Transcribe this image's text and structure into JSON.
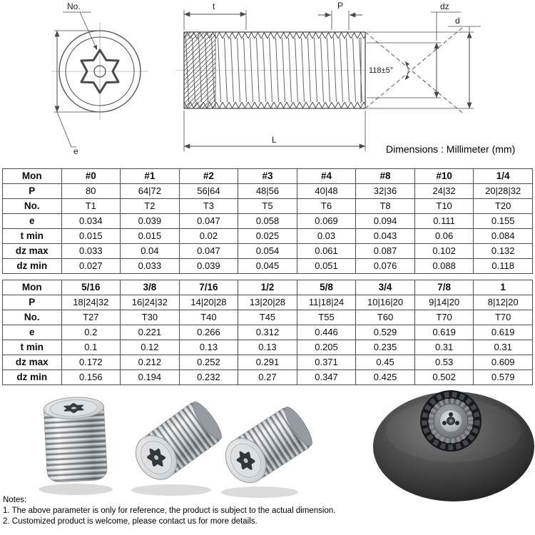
{
  "diagram": {
    "labels": {
      "no_label": "No.",
      "t": "t",
      "p": "P",
      "dz": "dz",
      "d": "d",
      "e": "e",
      "l": "L",
      "angle": "118±5°",
      "dimensions_note": "Dimensions : Millimeter (mm)"
    }
  },
  "table1": {
    "header": [
      "Mon",
      "#0",
      "#1",
      "#2",
      "#3",
      "#4",
      "#8",
      "#10",
      "1/4"
    ],
    "rows": [
      [
        "P",
        "80",
        "64|72",
        "56|64",
        "48|56",
        "40|48",
        "32|36",
        "24|32",
        "20|28|32"
      ],
      [
        "No.",
        "T1",
        "T2",
        "T3",
        "T5",
        "T6",
        "T8",
        "T10",
        "T20"
      ],
      [
        "e",
        "0.034",
        "0.039",
        "0.047",
        "0.058",
        "0.069",
        "0.094",
        "0.111",
        "0.155"
      ],
      [
        "t min",
        "0.015",
        "0.015",
        "0.02",
        "0.025",
        "0.03",
        "0.043",
        "0.06",
        "0.084"
      ],
      [
        "dz max",
        "0.033",
        "0.04",
        "0.047",
        "0.054",
        "0.061",
        "0.087",
        "0.102",
        "0.132"
      ],
      [
        "dz min",
        "0.027",
        "0.033",
        "0.039",
        "0.045",
        "0.051",
        "0.076",
        "0.088",
        "0.118"
      ]
    ]
  },
  "table2": {
    "header": [
      "Mon",
      "5/16",
      "3/8",
      "7/16",
      "1/2",
      "5/8",
      "3/4",
      "7/8",
      "1"
    ],
    "rows": [
      [
        "P",
        "18|24|32",
        "16|24|32",
        "14|20|28",
        "13|20|28",
        "11|18|24",
        "10|16|20",
        "9|14|20",
        "8|12|20"
      ],
      [
        "No.",
        "T27",
        "T30",
        "T40",
        "T45",
        "T55",
        "T60",
        "T70",
        "T70"
      ],
      [
        "e",
        "0.2",
        "0.221",
        "0.266",
        "0.312",
        "0.446",
        "0.529",
        "0.619",
        "0.619"
      ],
      [
        "t min",
        "0.1",
        "0.12",
        "0.13",
        "0.13",
        "0.205",
        "0.235",
        "0.31",
        "0.31"
      ],
      [
        "dz max",
        "0.172",
        "0.212",
        "0.252",
        "0.291",
        "0.371",
        "0.45",
        "0.53",
        "0.609"
      ],
      [
        "dz min",
        "0.156",
        "0.194",
        "0.232",
        "0.27",
        "0.347",
        "0.425",
        "0.502",
        "0.579"
      ]
    ]
  },
  "notes": {
    "title": "Notes:",
    "items": [
      "1. The above parameter is only for reference, the product is subject to the actual dimension.",
      "2. Customized product is welcome, please contact us for more details."
    ]
  }
}
